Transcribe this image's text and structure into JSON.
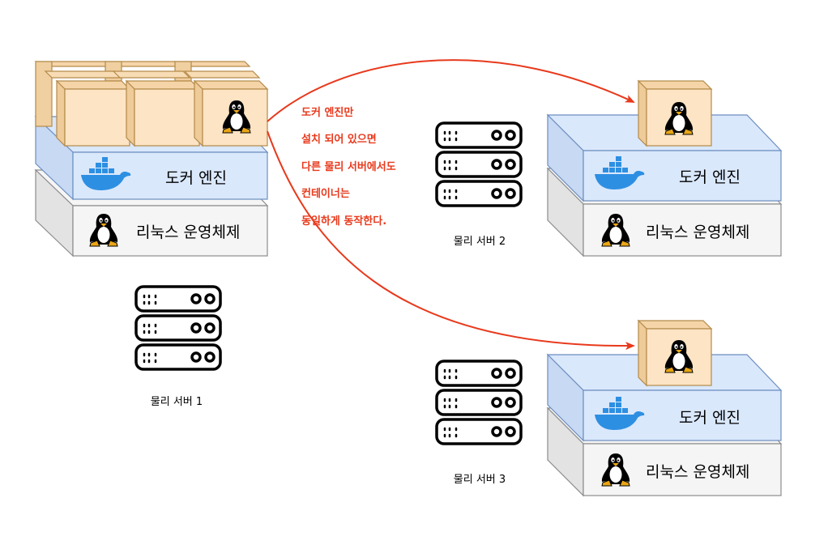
{
  "stacks": {
    "docker_label": "도커 엔진",
    "os_label": "리눅스 운영체제"
  },
  "servers": {
    "s1": "물리 서버 1",
    "s2": "물리 서버 2",
    "s3": "물리 서버 3"
  },
  "note": {
    "line1": "도커 엔진만",
    "line2": "설치 되어 있으면",
    "line3": "다른 물리 서버에서도",
    "line4": "컨테이너는",
    "line5": "동일하게 동작한다."
  },
  "colors": {
    "box_fill": "#fce4c4",
    "box_stroke": "#b48a4a",
    "docker_fill": "#dae8fc",
    "docker_stroke": "#6c8ebf",
    "os_fill": "#f5f5f5",
    "os_stroke": "#8c8c8c",
    "docker_blue": "#2d8fe2",
    "arrow": "#e8391c"
  },
  "icons": [
    "linux-penguin-icon",
    "docker-whale-icon",
    "server-rack-icon"
  ]
}
